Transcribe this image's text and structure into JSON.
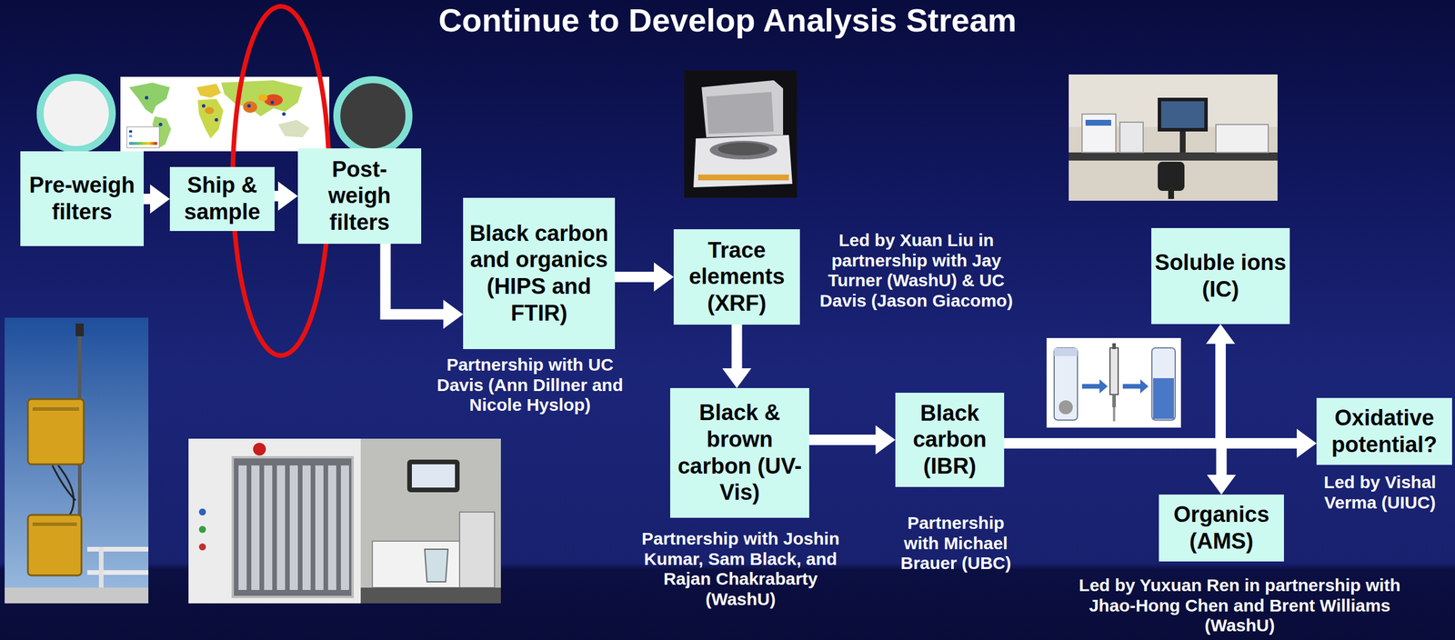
{
  "diagram": {
    "title": "Continue to Develop Analysis Stream",
    "nodes": [
      {
        "text": [
          "Pre-weigh filters"
        ]
      },
      {
        "text": [
          "Ship & sample"
        ]
      },
      {
        "text": [
          "Post-weigh filters"
        ]
      },
      {
        "text": [
          "Black carbon and organics (HIPS and FTIR)"
        ]
      },
      {
        "text": [
          "Trace elements (XRF)"
        ]
      },
      {
        "text": [
          "Black & brown carbon (UV-Vis)"
        ]
      },
      {
        "text": [
          "Black carbon (IBR)"
        ]
      },
      {
        "text": [
          "Soluble ions (IC)"
        ]
      },
      {
        "text": [
          "Organics (AMS)"
        ]
      },
      {
        "text": [
          "Oxidative potential?"
        ]
      }
    ],
    "edges": [
      {
        "from": 0,
        "to": 1,
        "arrow": "to"
      },
      {
        "from": 1,
        "to": 2,
        "arrow": "to"
      },
      {
        "from": 2,
        "to": 3,
        "arrow": "to"
      },
      {
        "from": 3,
        "to": 4,
        "arrow": "to"
      },
      {
        "from": 4,
        "to": 5,
        "arrow": "to"
      },
      {
        "from": 5,
        "to": 6,
        "arrow": "to"
      },
      {
        "from": 6,
        "to": 7,
        "arrow": "to"
      },
      {
        "from": 6,
        "to": 8,
        "arrow": "to"
      },
      {
        "from": 6,
        "to": 9,
        "arrow": "to"
      }
    ],
    "labels": [
      "Partnership with UC Davis (Ann Dillner and Nicole Hyslop)",
      "Led by Xuan Liu in partnership with Jay Turner (WashU) & UC Davis (Jason Giacomo)",
      "Partnership with Joshin Kumar, Sam Black, and Rajan Chakrabarty (WashU)",
      "Partnership with Michael Brauer (UBC)",
      "Led by Vishal Verma (UIUC)",
      "Led by Yuxuan Ren in partnership with Jhao-Hong Chen and Brent Williams (WashU)"
    ]
  }
}
